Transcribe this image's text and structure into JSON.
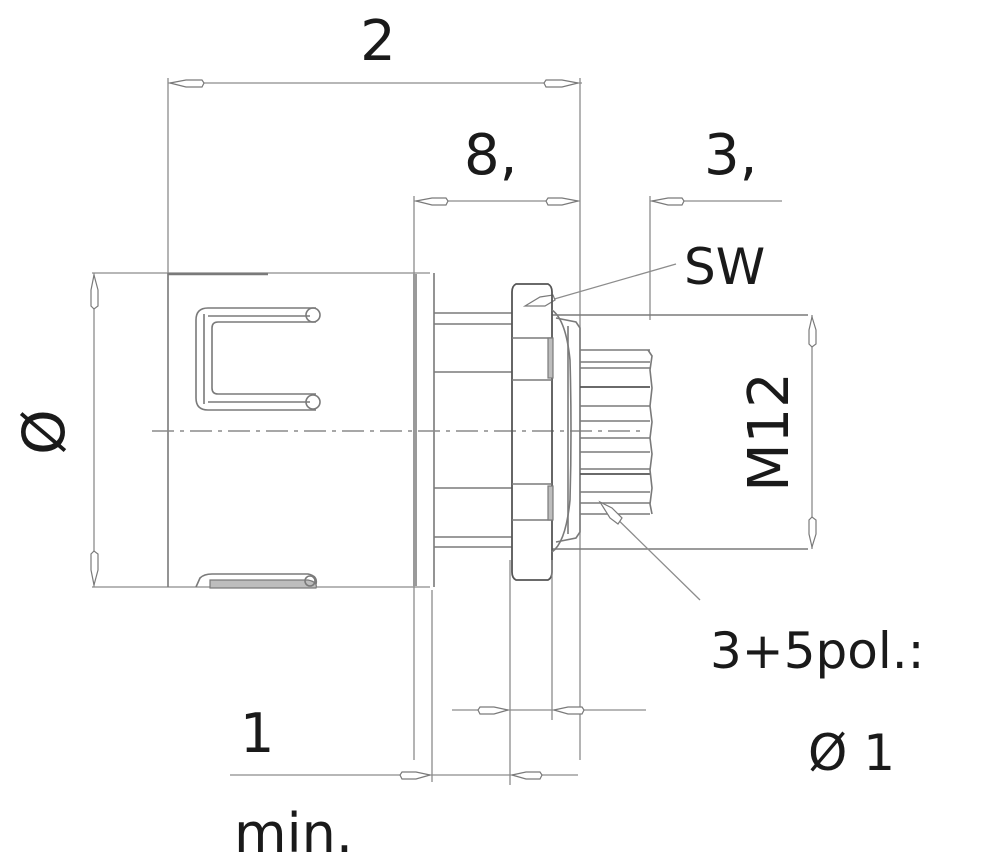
{
  "drawing": {
    "title": "M12 panel-mount connector dimensional drawing",
    "colors": {
      "line": "#7a7a7a",
      "text": "#1a1a1a",
      "background": "#ffffff"
    },
    "labels": {
      "overall_length": "2",
      "thread_section_length": "8,",
      "pin_protrusion": "3,",
      "wrench_size": "SW",
      "thread": "M12",
      "body_diameter": "Ø",
      "panel_thickness_value": "1",
      "panel_thickness_note": "min.",
      "pin_count_note": "3+5pol.:",
      "pin_diameter": "Ø 1"
    }
  }
}
